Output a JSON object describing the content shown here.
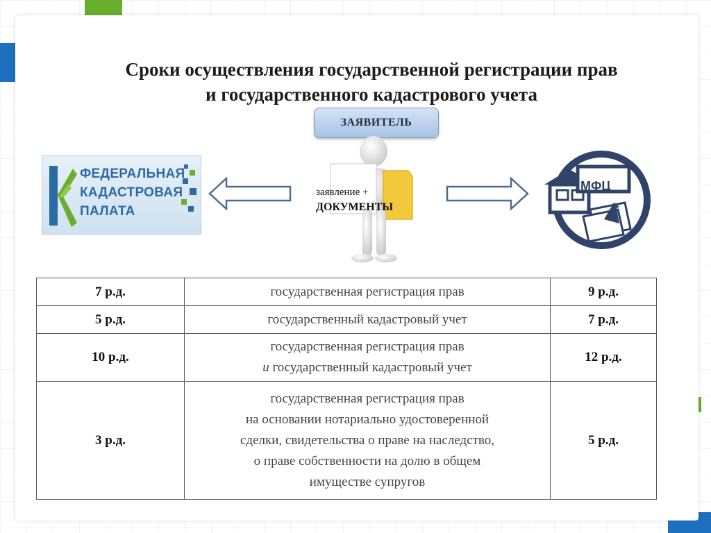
{
  "slide": {
    "title_line1": "Сроки осуществления государственной регистрации прав",
    "title_line2": "и государственного кадастрового учета",
    "applicant_label": "ЗАЯВИТЕЛЬ",
    "docs_line1": "заявление +",
    "docs_line2": "ДОКУМЕНТЫ"
  },
  "fkp_logo": {
    "line1": "ФЕДЕРАЛЬНАЯ",
    "line2": "КАДАСТРОВАЯ",
    "line3": "ПАЛАТА",
    "icon": "cadastral-chamber-logo"
  },
  "mfc_logo": {
    "label": "МФЦ",
    "icon": "mfc-building-logo"
  },
  "colors": {
    "accent_blue": "#1f6fbf",
    "accent_green": "#6aae2e",
    "arrow_stroke": "#4a6d94"
  },
  "table": {
    "rows": [
      {
        "left": "7 р.д.",
        "desc": [
          "государственная регистрация прав"
        ],
        "right": "9 р.д."
      },
      {
        "left": "5 р.д.",
        "desc": [
          "государственный кадастровый учет"
        ],
        "right": "7 р.д."
      },
      {
        "left": "10 р.д.",
        "desc_a": "государственная регистрация прав",
        "desc_b_ital": "и",
        "desc_b_rest": " государственный кадастровый учет",
        "right": "12 р.д."
      },
      {
        "left": "3 р.д.",
        "desc": [
          "государственная регистрация прав",
          "на основании нотариально удостоверенной",
          "сделки, свидетельства о праве на наследство,",
          "о праве собственности на долю в общем",
          "имуществе супругов"
        ],
        "right": "5 р.д."
      }
    ]
  }
}
